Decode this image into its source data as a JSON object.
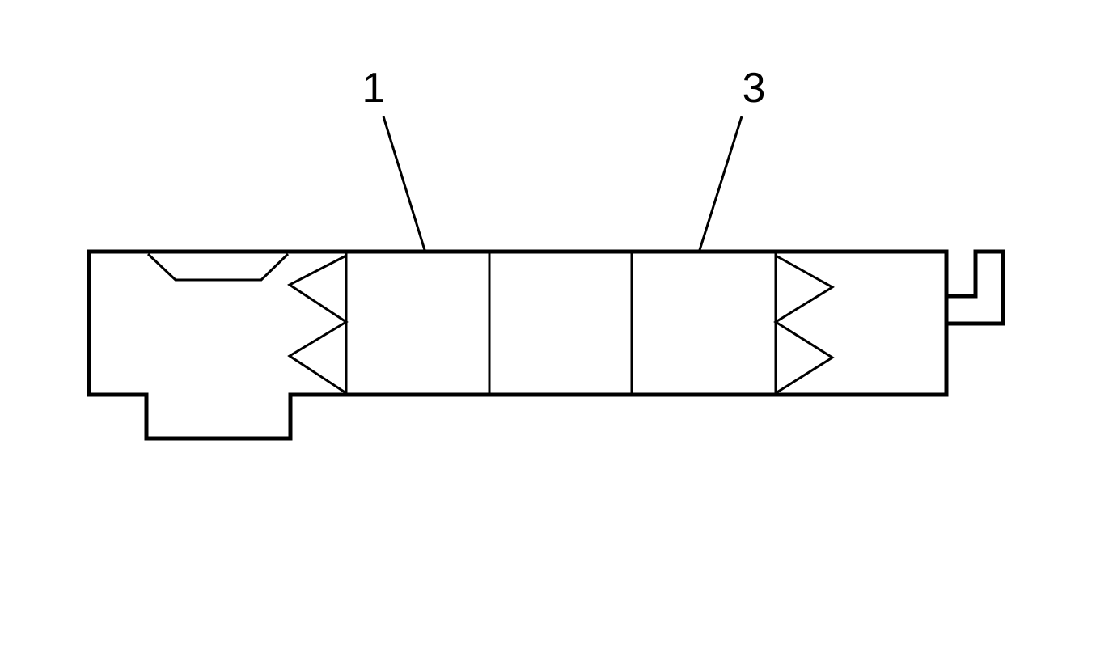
{
  "callouts": [
    {
      "id": "1",
      "label": "1"
    },
    {
      "id": "3",
      "label": "3"
    }
  ],
  "colors": {
    "line": "#000000",
    "background": "#ffffff"
  }
}
